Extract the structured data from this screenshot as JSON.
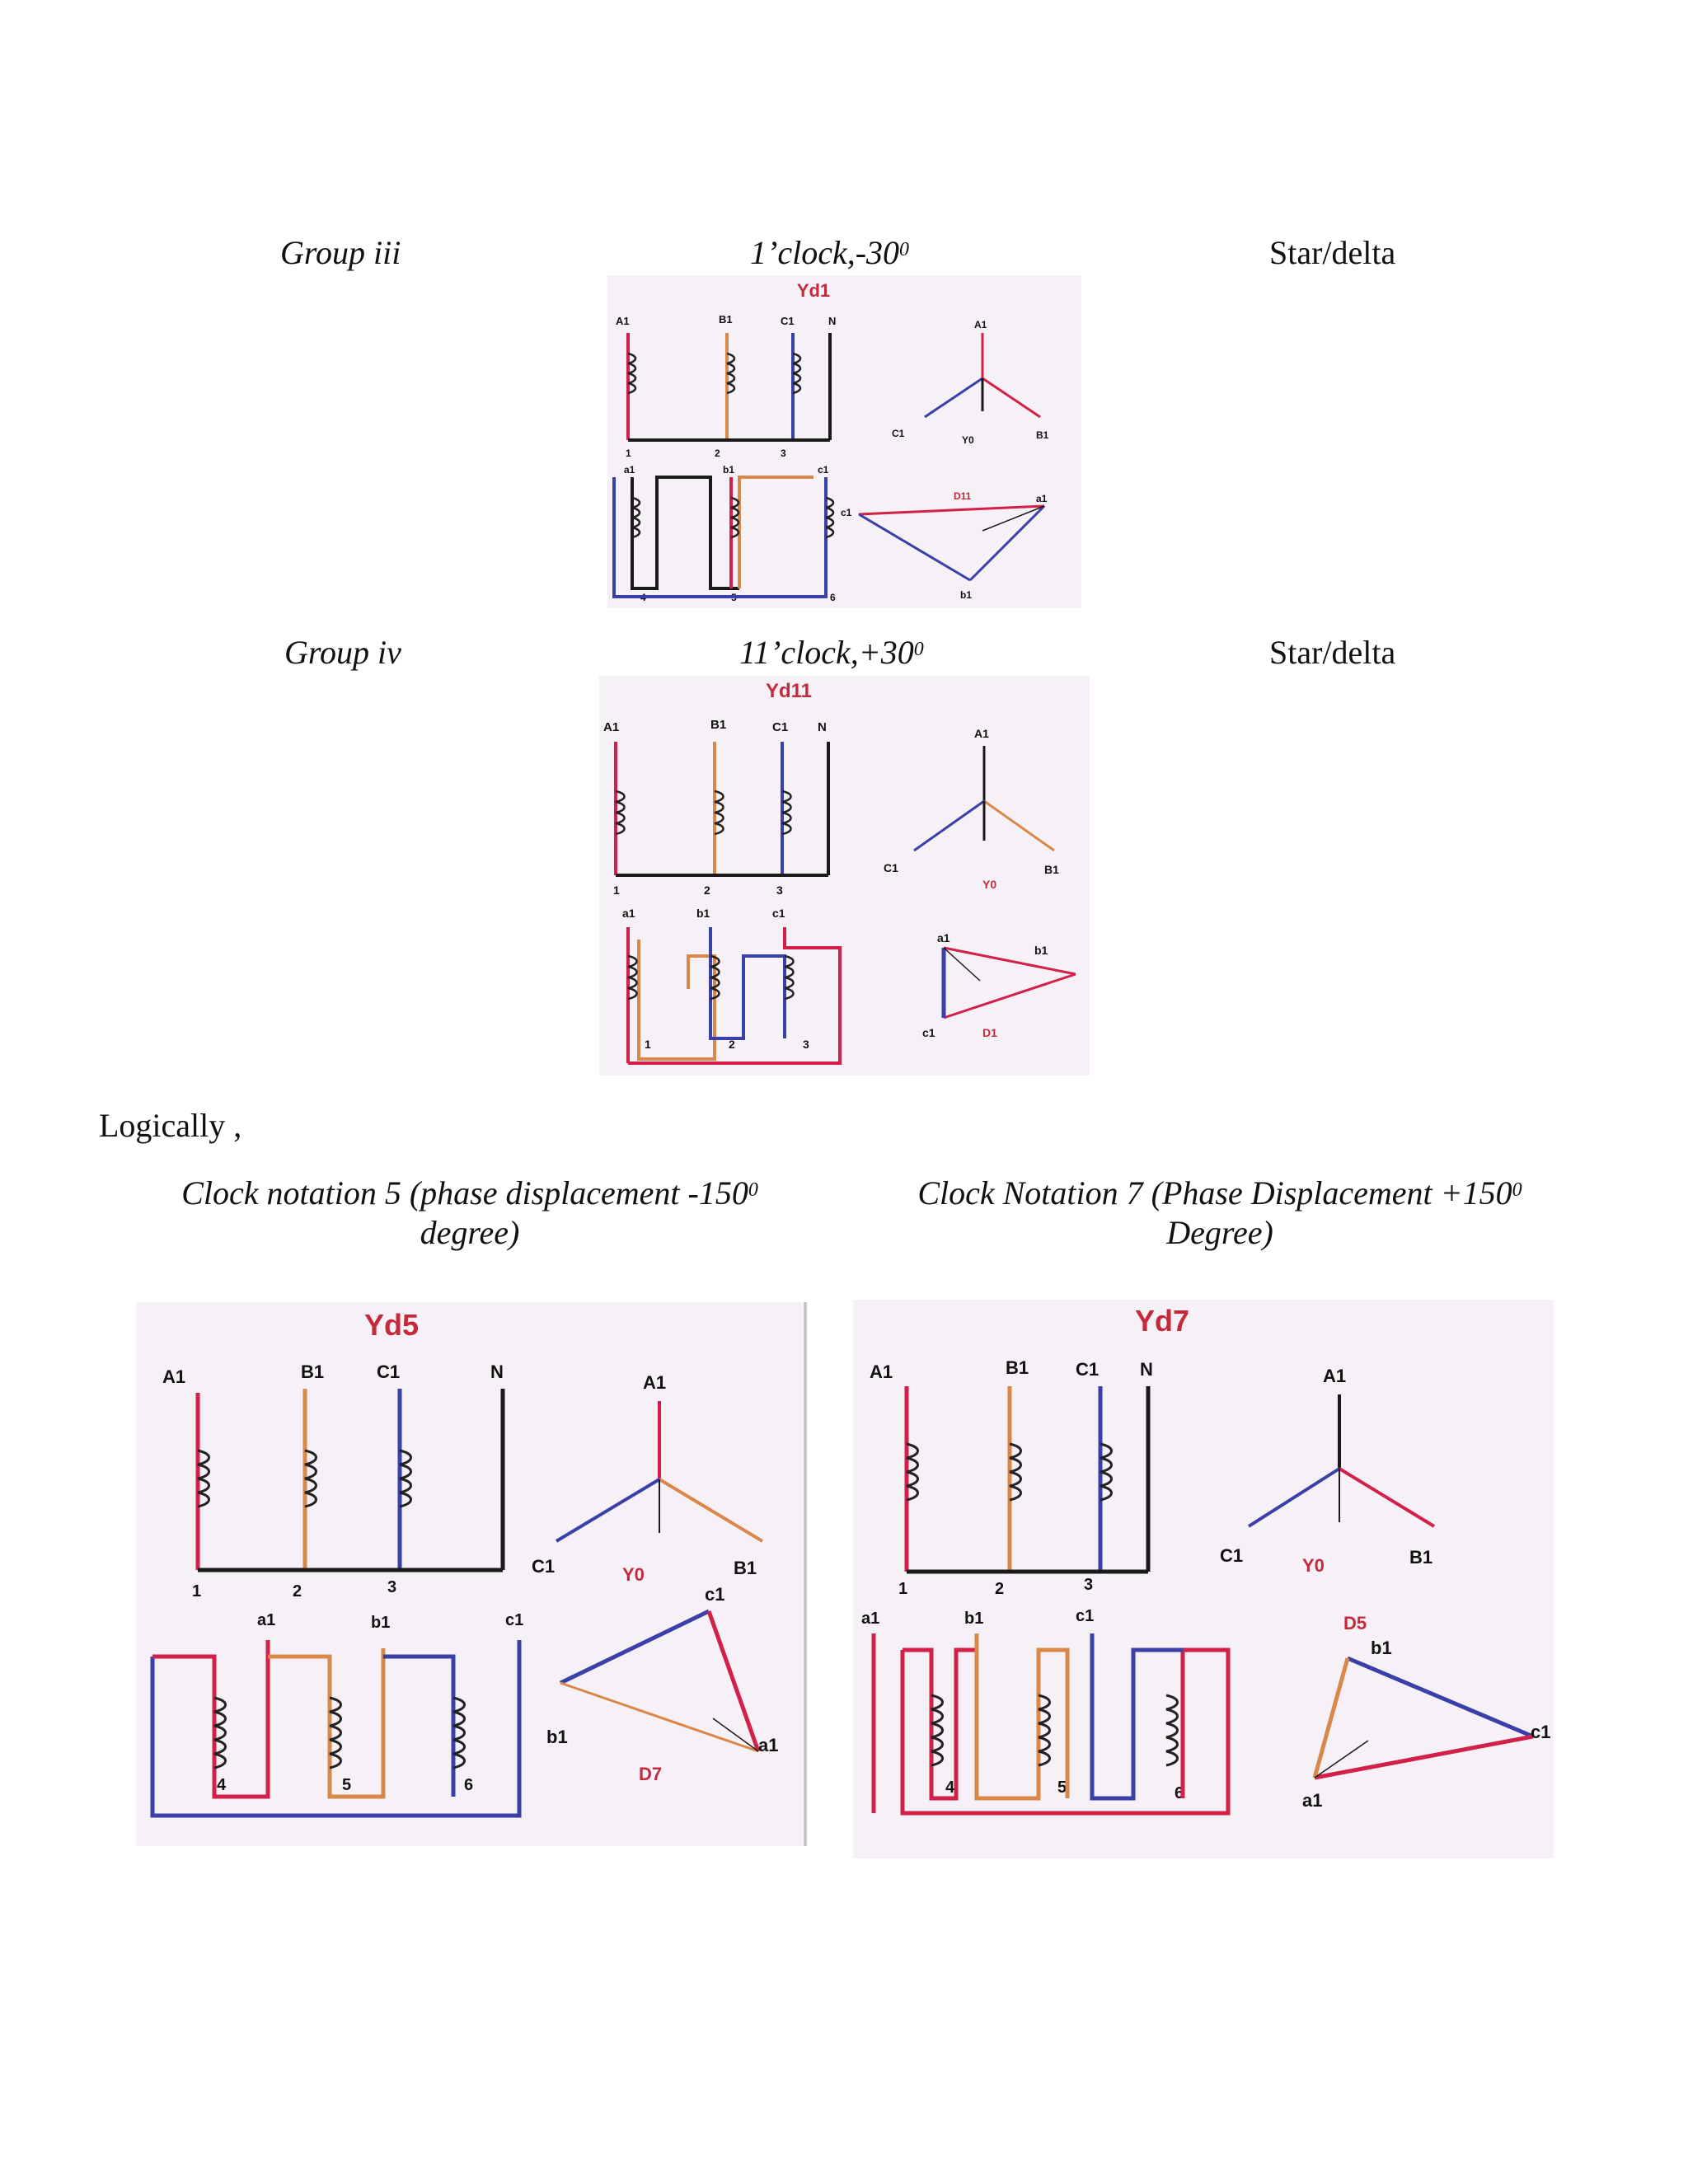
{
  "groups": [
    {
      "group": "Group iii",
      "clock": "1’clock,-30",
      "clock_sup": "0",
      "type": "Star/delta"
    },
    {
      "group": "Group iv",
      "clock": "11’clock,+30",
      "clock_sup": "0",
      "type": "Star/delta"
    }
  ],
  "logically": "Logically  ,",
  "notations": [
    {
      "line1": "Clock notation 5 (phase displacement -150",
      "sup": "0",
      "line2": "degree)"
    },
    {
      "line1": "Clock Notation 7  (Phase Displacement +150",
      "sup": "0",
      "line2": "Degree)"
    }
  ],
  "diagrams": {
    "yd1": {
      "title": "Yd1",
      "hv": [
        "A1",
        "B1",
        "C1",
        "N"
      ],
      "nums": [
        "1",
        "2",
        "3"
      ],
      "lv": [
        "a1",
        "b1",
        "c1"
      ],
      "lvnums": [
        "4",
        "5",
        "6"
      ],
      "star": {
        "a": "A1",
        "b": "B1",
        "c": "C1",
        "n": "Y0"
      },
      "delta": {
        "name": "D11",
        "a": "a1",
        "b": "b1",
        "c": "c1"
      }
    },
    "yd11": {
      "title": "Yd11",
      "hv": [
        "A1",
        "B1",
        "C1",
        "N"
      ],
      "nums": [
        "1",
        "2",
        "3"
      ],
      "lv": [
        "a1",
        "b1",
        "c1"
      ],
      "lvnums": [
        "1",
        "2",
        "3"
      ],
      "star": {
        "a": "A1",
        "b": "B1",
        "c": "C1",
        "n": "Y0"
      },
      "delta": {
        "name": "D1",
        "a": "a1",
        "b": "b1",
        "c": "c1"
      }
    },
    "yd5": {
      "title": "Yd5",
      "hv": [
        "A1",
        "B1",
        "C1",
        "N"
      ],
      "nums": [
        "1",
        "2",
        "3"
      ],
      "lv": [
        "a1",
        "b1",
        "c1"
      ],
      "lvnums": [
        "4",
        "5",
        "6"
      ],
      "star": {
        "a": "A1",
        "b": "B1",
        "c": "C1",
        "n": "Y0"
      },
      "delta": {
        "name": "D7",
        "a": "a1",
        "b": "b1",
        "c": "c1"
      }
    },
    "yd7": {
      "title": "Yd7",
      "hv": [
        "A1",
        "B1",
        "C1",
        "N"
      ],
      "nums": [
        "1",
        "2",
        "3"
      ],
      "lv": [
        "a1",
        "b1",
        "c1"
      ],
      "lvnums": [
        "4",
        "5",
        "6"
      ],
      "star": {
        "a": "A1",
        "b": "B1",
        "c": "C1",
        "n": "Y0"
      },
      "delta": {
        "name": "D5",
        "a": "a1",
        "b": "b1",
        "c": "c1"
      }
    }
  },
  "colors": {
    "red": "#d2204a",
    "orange": "#d9884a",
    "blue": "#3b3fa8",
    "dark": "#1a1a1a",
    "title": "#c42a3c",
    "panel_bg": "#f6f1f6"
  }
}
